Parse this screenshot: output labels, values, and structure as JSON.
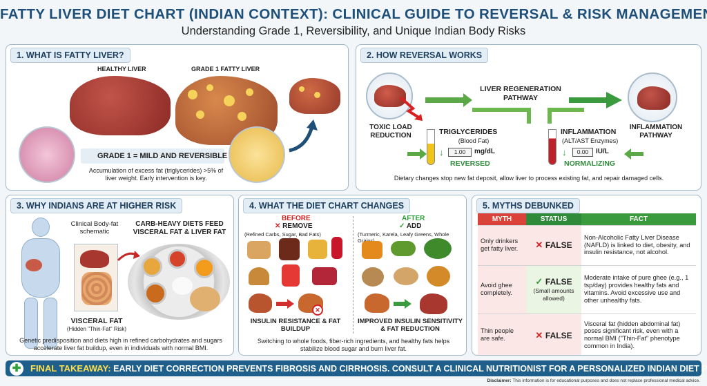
{
  "header": {
    "title": "FATTY LIVER DIET CHART (INDIAN CONTEXT): CLINICAL GUIDE TO REVERSAL & RISK MANAGEMENT",
    "subtitle": "Understanding Grade 1, Reversibility, and Unique Indian Body Risks"
  },
  "panel1": {
    "title": "1. WHAT IS FATTY LIVER?",
    "healthy_label": "HEALTHY LIVER",
    "fatty_label": "GRADE 1 FATTY LIVER",
    "grade_text": "GRADE 1 = MILD AND REVERSIBLE",
    "desc": "Accumulation of excess fat (triglycerides) >5% of liver weight. Early intervention is key."
  },
  "panel2": {
    "title": "2. HOW REVERSAL WORKS",
    "pathway_label": "LIVER REGENERATION PATHWAY",
    "toxic_label": "TOXIC LOAD REDUCTION",
    "trig_label": "TRIGLYCERIDES",
    "trig_sub": "(Blood Fat)",
    "trig_value": "1.00",
    "trig_unit": "mg/dL",
    "trig_status": "REVERSED",
    "infl_label": "INFLAMMATION",
    "infl_sub": "(ALT/AST Enzymes)",
    "infl_value": "0.00",
    "infl_unit": "IU/L",
    "infl_status": "NORMALIZING",
    "infl_pathway": "INFLAMMATION PATHWAY",
    "desc": "Dietary changes stop new fat deposit, allow liver to process existing fat, and repair damaged cells."
  },
  "panel3": {
    "title": "3. WHY INDIANS ARE AT HIGHER RISK",
    "schematic_label": "Clinical Body-fat schematic",
    "carb_label": "CARB-HEAVY DIETS FEED VISCERAL FAT & LIVER FAT",
    "visceral_label": "VISCERAL FAT",
    "visceral_sub": "(Hidden \"Thin-Fat\" Risk)",
    "desc": "Genetic predisposition and diets high in refined carbohydrates and sugars accelerate liver fat buildup, even in individuals with normal BMI."
  },
  "panel4": {
    "title": "4. WHAT THE DIET CHART CHANGES",
    "before_label": "BEFORE",
    "remove_label": "REMOVE",
    "remove_sub": "(Refined Carbs, Sugar, Bad Fats)",
    "after_label": "AFTER",
    "add_label": "ADD",
    "add_sub": "(Turmeric, Karela, Leafy Greens, Whole Grains)",
    "left_result": "INSULIN RESISTANCE & FAT BUILDUP",
    "right_result": "IMPROVED INSULIN SENSITIVITY & FAT REDUCTION",
    "desc": "Switching to whole foods, fiber-rich ingredients, and healthy fats helps stabilize blood sugar and burn liver fat."
  },
  "panel5": {
    "title": "5. MYTHS DEBUNKED",
    "headers": [
      "MYTH",
      "STATUS",
      "FACT"
    ],
    "rows": [
      {
        "myth": "Only drinkers get fatty liver.",
        "status": "FALSE",
        "status_sub": "",
        "fact": "Non-Alcoholic Fatty Liver Disease (NAFLD) is linked to diet, obesity, and insulin resistance, not alcohol."
      },
      {
        "myth": "Avoid ghee completely.",
        "status": "FALSE",
        "status_sub": "(Small amounts allowed)",
        "fact": "Moderate intake of pure ghee (e.g., 1 tsp/day) provides healthy fats and vitamins. Avoid excessive use and other unhealthy fats."
      },
      {
        "myth": "Thin people are safe.",
        "status": "FALSE",
        "status_sub": "",
        "fact": "Visceral fat (hidden abdominal fat) poses significant risk, even with a normal BMI (\"Thin-Fat\" phenotype common in India)."
      }
    ]
  },
  "footer": {
    "takeaway_label": "FINAL TAKEAWAY:",
    "takeaway_text": "EARLY DIET CORRECTION PREVENTS FIBROSIS AND CIRRHOSIS. CONSULT A CLINICAL NUTRITIONIST FOR A PERSONALIZED INDIAN DIET PLAN.",
    "disclaimer_label": "Disclaimer:",
    "disclaimer_text": "This information is for educational purposes and does not replace professional medical advice."
  },
  "colors": {
    "title_blue": "#1d4f7a",
    "liver_red": "#a8372f",
    "fat_yellow": "#f3c84a",
    "myth_header": "#d9433a",
    "status_header": "#2f8a3a",
    "fact_header": "#3a9a3e",
    "footer_bg": "#1f5f8b"
  }
}
